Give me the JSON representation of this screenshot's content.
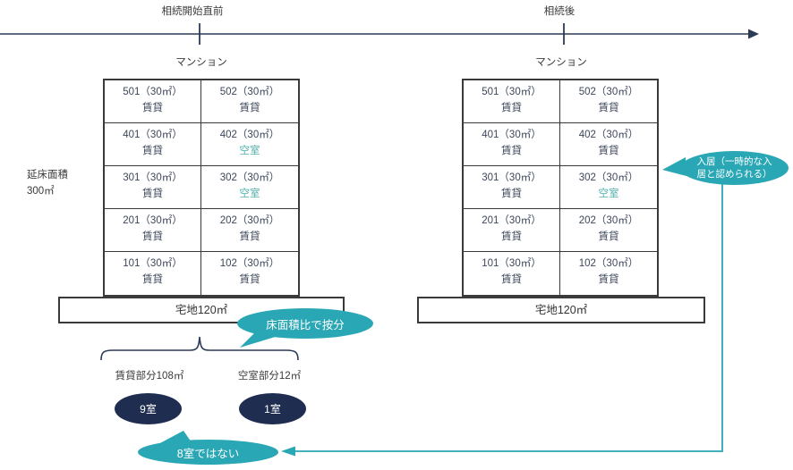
{
  "colors": {
    "navy": "#2b3a55",
    "grid_border": "#3a3a3a",
    "oval": "#1f2d50",
    "teal": "#2aa7b5",
    "vacant_text": "#4aacaa"
  },
  "timeline": {
    "before_label": "相続開始直前",
    "after_label": "相続後"
  },
  "left": {
    "title": "マンション",
    "floor_area_line1": "延床面積",
    "floor_area_line2": "300㎡",
    "land_label": "宅地120㎡",
    "units": [
      {
        "id": "501（30㎡）",
        "status": "賃貸",
        "vacant": false
      },
      {
        "id": "502（30㎡）",
        "status": "賃貸",
        "vacant": false
      },
      {
        "id": "401（30㎡）",
        "status": "賃貸",
        "vacant": false
      },
      {
        "id": "402（30㎡）",
        "status": "空室",
        "vacant": true
      },
      {
        "id": "301（30㎡）",
        "status": "賃貸",
        "vacant": false
      },
      {
        "id": "302（30㎡）",
        "status": "空室",
        "vacant": true
      },
      {
        "id": "201（30㎡）",
        "status": "賃貸",
        "vacant": false
      },
      {
        "id": "202（30㎡）",
        "status": "賃貸",
        "vacant": false
      },
      {
        "id": "101（30㎡）",
        "status": "賃貸",
        "vacant": false
      },
      {
        "id": "102（30㎡）",
        "status": "賃貸",
        "vacant": false
      }
    ]
  },
  "right": {
    "title": "マンション",
    "land_label": "宅地120㎡",
    "units": [
      {
        "id": "501（30㎡）",
        "status": "賃貸",
        "vacant": false
      },
      {
        "id": "502（30㎡）",
        "status": "賃貸",
        "vacant": false
      },
      {
        "id": "401（30㎡）",
        "status": "賃貸",
        "vacant": false
      },
      {
        "id": "402（30㎡）",
        "status": "賃貸",
        "vacant": false
      },
      {
        "id": "301（30㎡）",
        "status": "賃貸",
        "vacant": false
      },
      {
        "id": "302（30㎡）",
        "status": "空室",
        "vacant": true
      },
      {
        "id": "201（30㎡）",
        "status": "賃貸",
        "vacant": false
      },
      {
        "id": "202（30㎡）",
        "status": "賃貸",
        "vacant": false
      },
      {
        "id": "101（30㎡）",
        "status": "賃貸",
        "vacant": false
      },
      {
        "id": "102（30㎡）",
        "status": "賃貸",
        "vacant": false
      }
    ]
  },
  "callouts": {
    "apportion": "床面積比で按分",
    "move_in": "入居（一時的な入居と認められる）",
    "not_eight": "8室ではない"
  },
  "breakdown": {
    "rented_label": "賃貸部分108㎡",
    "vacant_label": "空室部分12㎡",
    "rented_rooms": "9室",
    "vacant_rooms": "1室"
  }
}
